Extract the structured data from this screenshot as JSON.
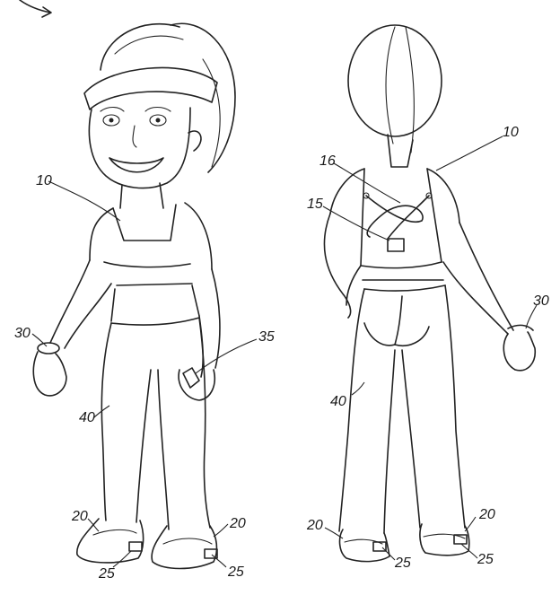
{
  "figure": {
    "front_view": {
      "labels": {
        "garment": "10",
        "wrist_device": "30",
        "hand_device": "35",
        "pants": "40",
        "shoe_left": "20",
        "shoe_right": "20",
        "shoe_sensor_left": "25",
        "shoe_sensor_right": "25"
      }
    },
    "back_view": {
      "labels": {
        "garment": "10",
        "strap_cross": "16",
        "back_module": "15",
        "wrist_device": "30",
        "pants": "40",
        "shoe_left": "20",
        "shoe_right": "20",
        "sensor_left": "25",
        "sensor_right": "25"
      }
    }
  }
}
